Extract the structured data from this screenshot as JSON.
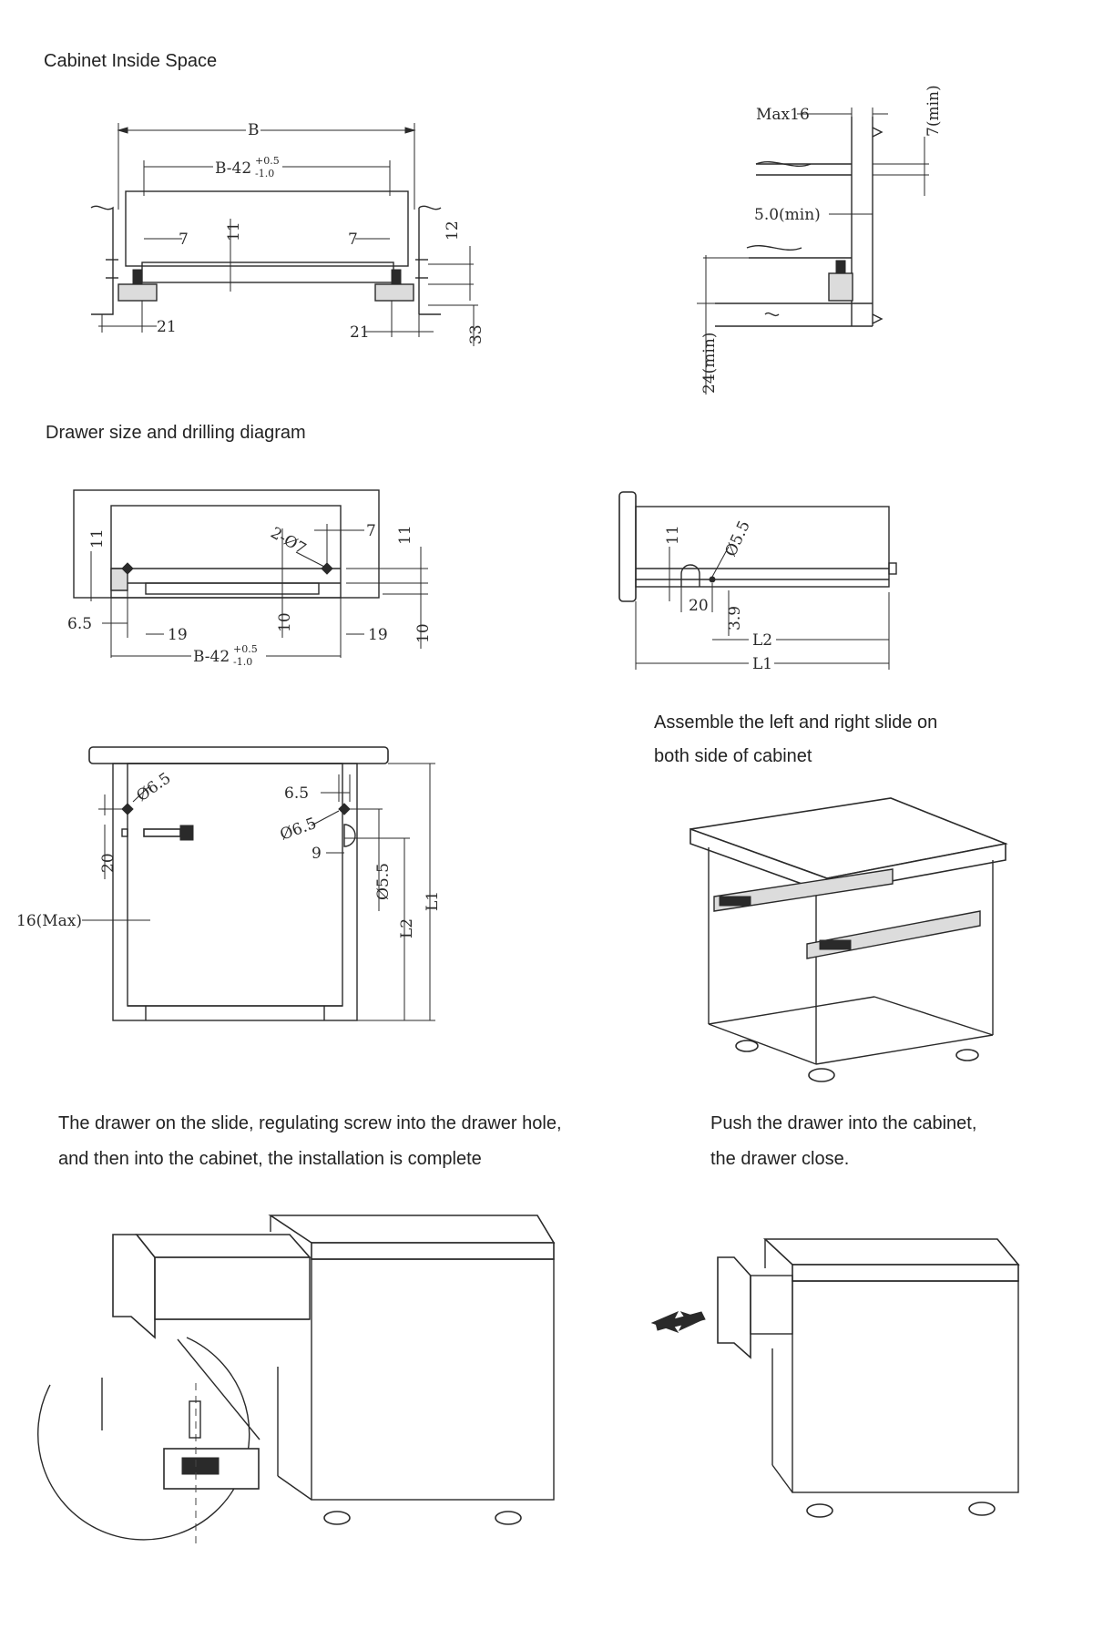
{
  "headings": {
    "cabinet_inside_space": "Cabinet Inside Space",
    "drawer_size_drilling": "Drawer size and drilling diagram",
    "assemble_line1": "Assemble the left and right slide on",
    "assemble_line2": "both side of cabinet",
    "install_line1": "The drawer on the slide, regulating screw into the drawer hole,",
    "install_line2": "and then into the cabinet, the installation is complete",
    "push_line1": "Push the drawer into the cabinet,",
    "push_line2": "the drawer close."
  },
  "dims": {
    "B": "B",
    "B42": "B-42",
    "tol_plus": "+0.5",
    "tol_minus": "-1.0",
    "d7": "7",
    "d11": "11",
    "d12": "12",
    "d21": "21",
    "d33": "33",
    "max16": "Max16",
    "min7": "7(min)",
    "min5": "5.0(min)",
    "min24": "24(min)",
    "holes2": "2-Ø7",
    "d6_5": "6.5",
    "d19": "19",
    "d10": "10",
    "phi55": "Ø5.5",
    "d20": "20",
    "d3_9": "3.9",
    "L1": "L1",
    "L2": "L2",
    "phi65": "Ø6.5",
    "d9": "9",
    "max16b": "16(Max)"
  },
  "colors": {
    "line": "#2a2a2a",
    "background": "#ffffff"
  }
}
